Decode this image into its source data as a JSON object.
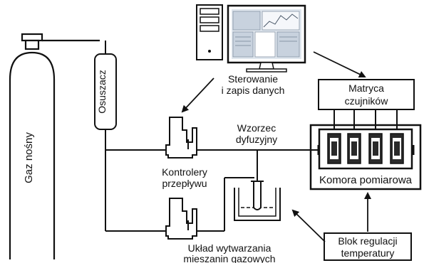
{
  "labels": {
    "carrier_gas": "Gaz nośny",
    "dryer": "Osuszacz",
    "control_line1": "Sterowanie",
    "control_line2": "i zapis danych",
    "sensor_matrix_line1": "Matryca",
    "sensor_matrix_line2": "czujników",
    "diffusion_std_line1": "Wzorzec",
    "diffusion_std_line2": "dyfuzyjny",
    "flow_ctrl_line1": "Kontrolery",
    "flow_ctrl_line2": "przepływu",
    "chamber": "Komora pomiarowa",
    "mixer_line1": "Układ wytwarzania",
    "mixer_line2": "mieszanin gazowych",
    "temp_ctrl_line1": "Blok regulacji",
    "temp_ctrl_line2": "temperatury"
  },
  "icons": {
    "cylinder": "gas-cylinder-icon",
    "computer": "computer-icon",
    "flow_controller": "flow-controller-icon",
    "sensor": "gas-sensor-icon",
    "bath": "thermostatic-bath-icon"
  },
  "colors": {
    "stroke": "#111111",
    "screen_bg": "#dfe6ee",
    "screen_panel": "#c8d2de",
    "sensor_fill": "#2a2a2a"
  }
}
